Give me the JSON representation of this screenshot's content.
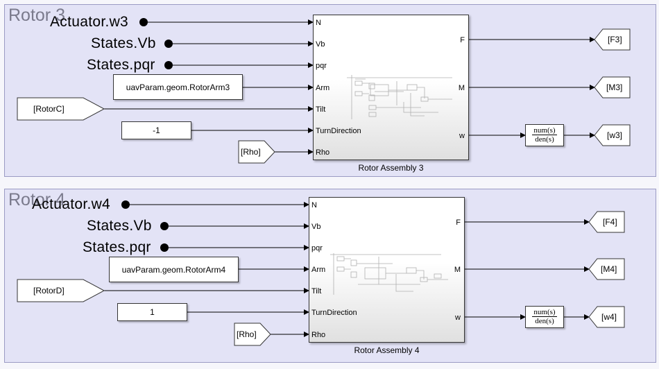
{
  "areas": [
    {
      "title": "Rotor 3",
      "inputs": [
        "Actuator.w3",
        "States.Vb",
        "States.pqr"
      ],
      "arm_param": "uavParam.geom.RotorArm3",
      "tilt_from": "[RotorC]",
      "turn_direction": "-1",
      "rho_from": "[Rho]",
      "block_name": "Rotor Assembly 3",
      "in_ports": [
        "N",
        "Vb",
        "pqr",
        "Arm",
        "Tilt",
        "TurnDirection",
        "Rho"
      ],
      "out_ports": [
        "F",
        "M",
        "w"
      ],
      "goto_tags": [
        "[F3]",
        "[M3]",
        "[w3]"
      ],
      "tf_numerator": "num(s)",
      "tf_denominator": "den(s)"
    },
    {
      "title": "Rotor 4",
      "inputs": [
        "Actuator.w4",
        "States.Vb",
        "States.pqr"
      ],
      "arm_param": "uavParam.geom.RotorArm4",
      "tilt_from": "[RotorD]",
      "turn_direction": "1",
      "rho_from": "[Rho]",
      "block_name": "Rotor Assembly 4",
      "in_ports": [
        "N",
        "Vb",
        "pqr",
        "Arm",
        "Tilt",
        "TurnDirection",
        "Rho"
      ],
      "out_ports": [
        "F",
        "M",
        "w"
      ],
      "goto_tags": [
        "[F4]",
        "[M4]",
        "[w4]"
      ],
      "tf_numerator": "num(s)",
      "tf_denominator": "den(s)"
    }
  ]
}
